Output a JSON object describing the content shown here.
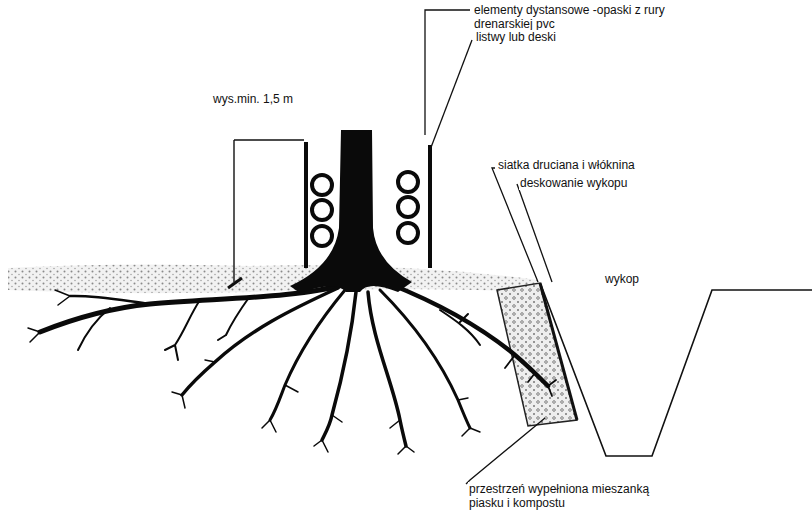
{
  "diagram": {
    "labels": [
      "elementy dystansowe -opaski z rury drenarskiej pvc",
      "listwy lub deski",
      "wys.min. 1,5 m",
      "siatka druciana i włóknina",
      "deskowanie wykopu",
      "wykop",
      "przestrzeń wypełniona mieszanką piasku i kompostu"
    ]
  }
}
